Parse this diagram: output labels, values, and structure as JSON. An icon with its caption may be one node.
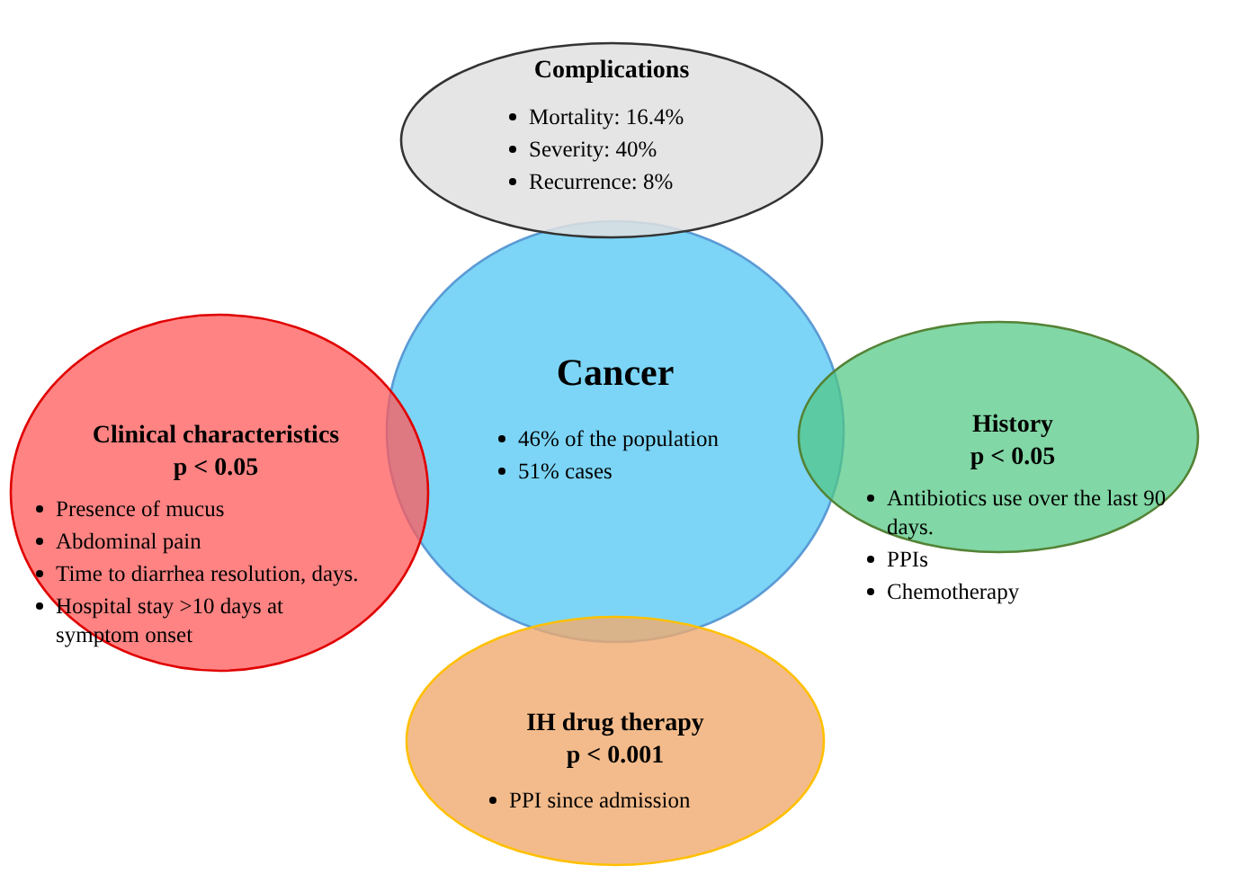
{
  "diagram": {
    "nodes": [
      {
        "text": [
          "Complications",
          "Mortality: 16.4%",
          "Severity: 40%",
          "Recurrence: 8%"
        ]
      },
      {
        "text": [
          "Cancer",
          "46% of the population",
          "51% cases"
        ]
      },
      {
        "text": [
          "Clinical characteristics",
          "p < 0.05",
          "Presence of mucus",
          "Abdominal pain",
          "Time to diarrhea resolution, days.",
          "Hospital stay >10 days at symptom onset"
        ]
      },
      {
        "text": [
          "History",
          "p < 0.05",
          "Antibiotics use over the last 90 days.",
          "PPIs",
          "Chemotherapy"
        ]
      },
      {
        "text": [
          "IH drug therapy",
          "p < 0.001",
          "PPI since admission"
        ]
      }
    ]
  }
}
